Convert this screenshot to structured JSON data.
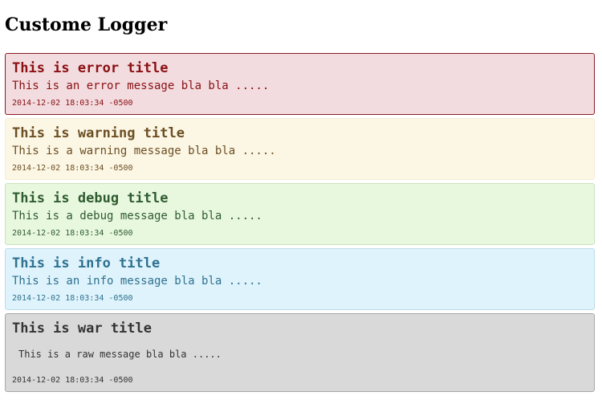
{
  "page": {
    "title": "Custome Logger"
  },
  "colors": {
    "error_bg": "#f2dcdf",
    "error_border": "#8b1d24",
    "error_text": "#8a0f12",
    "warning_bg": "#fcf6e4",
    "warning_border": "#f3ecd5",
    "warning_text": "#6b4f24",
    "debug_bg": "#e8f8df",
    "debug_border": "#c9e2bb",
    "debug_text": "#2f5b2f",
    "info_bg": "#def3fb",
    "info_border": "#bcdce8",
    "info_text": "#2f7190",
    "raw_bg": "#d9d9d9",
    "raw_border": "#a8a8a8",
    "raw_text": "#333333"
  },
  "logs": [
    {
      "level": "error",
      "title": "This is error title",
      "message": "This is an error message bla bla .....",
      "timestamp": "2014-12-02 18:03:34 -0500"
    },
    {
      "level": "warning",
      "title": "This is warning title",
      "message": "This is a warning message bla bla .....",
      "timestamp": "2014-12-02 18:03:34 -0500"
    },
    {
      "level": "debug",
      "title": "This is debug title",
      "message": "This is a debug message bla bla .....",
      "timestamp": "2014-12-02 18:03:34 -0500"
    },
    {
      "level": "info",
      "title": "This is info title",
      "message": "This is an info message bla bla .....",
      "timestamp": "2014-12-02 18:03:34 -0500"
    },
    {
      "level": "raw",
      "title": "This is war title",
      "message": "This is a raw message bla bla .....",
      "timestamp": "2014-12-02 18:03:34 -0500"
    }
  ]
}
